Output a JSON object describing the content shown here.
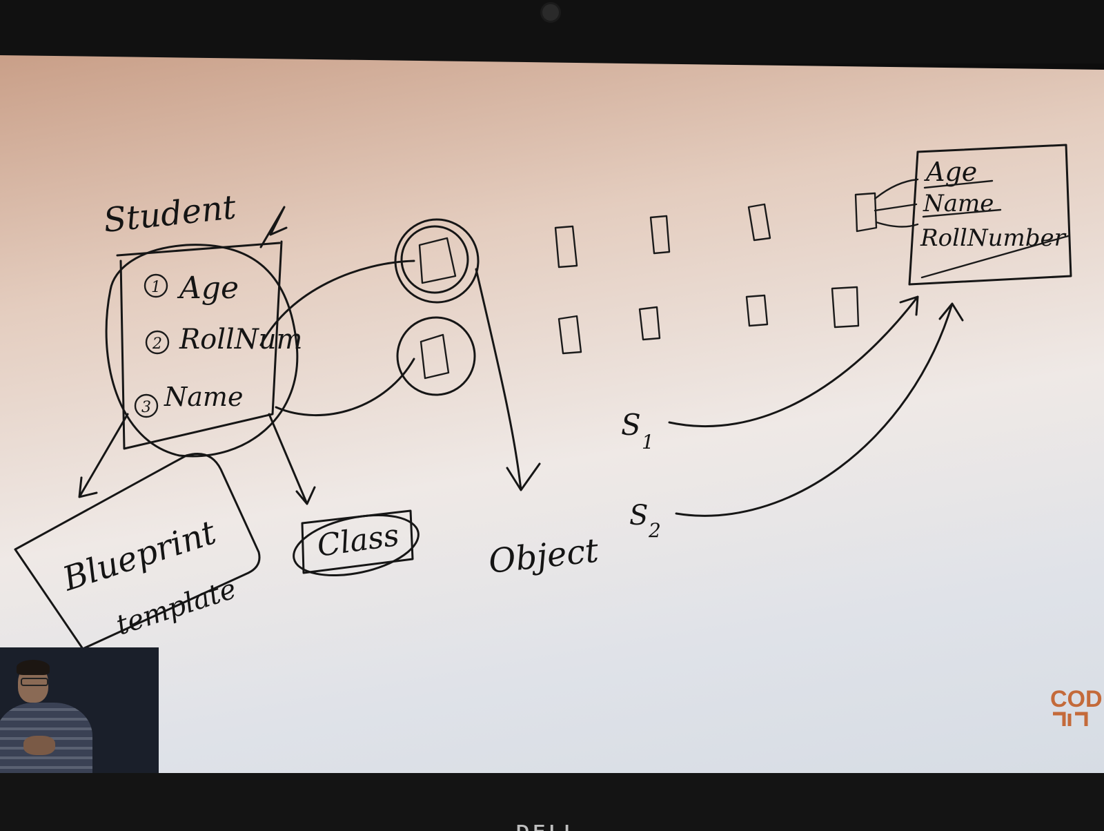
{
  "board": {
    "class_name": "Student",
    "fields": [
      {
        "num": "1",
        "label": "Age"
      },
      {
        "num": "2",
        "label": "RollNum"
      },
      {
        "num": "3",
        "label": "Name"
      }
    ],
    "blueprint_line1": "Blueprint",
    "blueprint_line2": "template",
    "class_label": "Class",
    "object_label": "Object",
    "ref1": "S",
    "ref1_sub": "1",
    "ref2": "S",
    "ref2_sub": "2",
    "object_fields": [
      "Age",
      "Name",
      "RollNumber"
    ]
  },
  "hardware": {
    "brand": "DELL"
  },
  "logo": {
    "text": "COD",
    "color": "#c46a3a"
  }
}
